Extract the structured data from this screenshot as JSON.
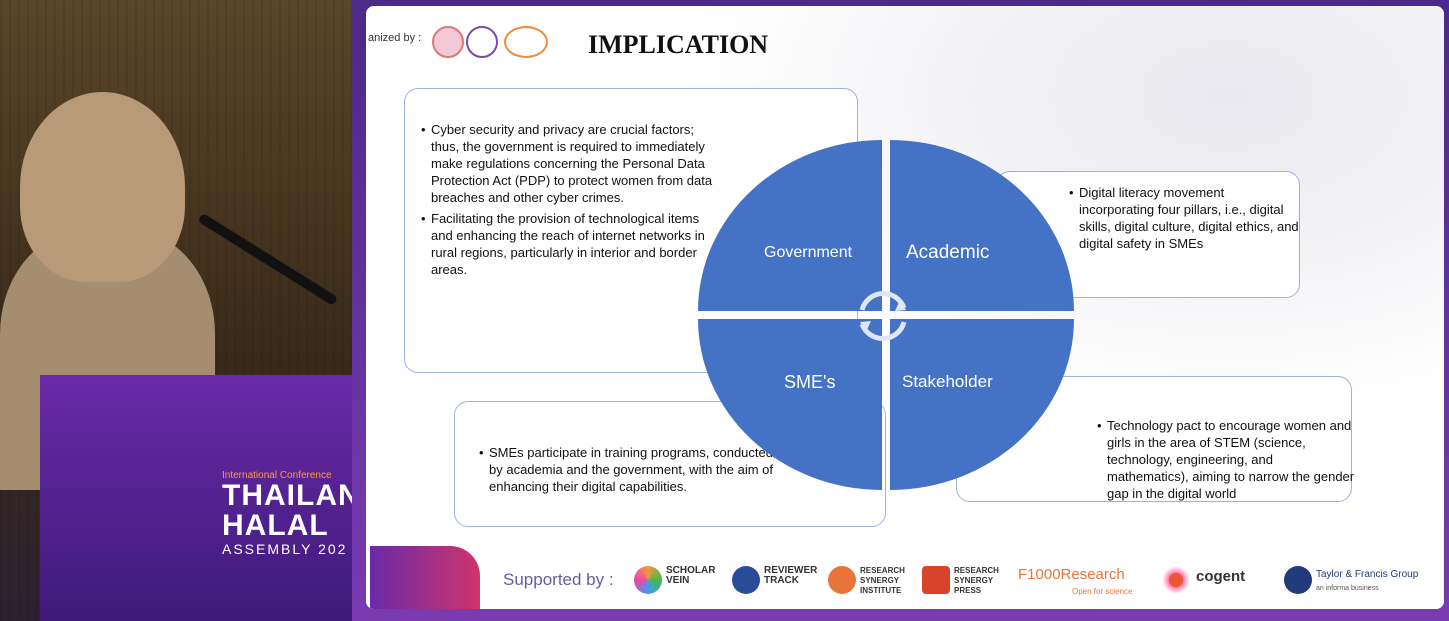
{
  "podium": {
    "conference_line": "International Conference",
    "name_line1": "THAILAND",
    "name_line2": "HALAL",
    "name_line3": "ASSEMBLY 202"
  },
  "slide": {
    "organizer_label": "anized by :",
    "title": "IMPLICATION",
    "government_box": [
      "Cyber security and privacy are crucial factors; thus, the government is required to immediately make regulations concerning the Personal Data Protection Act (PDP) to protect women from data breaches and other cyber crimes.",
      "Facilitating the provision of technological items and enhancing the reach of internet networks in rural regions, particularly in interior and border areas."
    ],
    "academic_box": [
      "Digital literacy movement incorporating four pillars, i.e., digital skills, digital culture, digital ethics, and digital safety in SMEs"
    ],
    "stakeholder_box": [
      "Technology pact to encourage women and girls in the area of STEM (science, technology, engineering, and mathematics), aiming to narrow the gender gap in the digital world"
    ],
    "smes_box": [
      "SMEs participate in training programs, conducted by academia and the government, with the aim of enhancing their digital capabilities."
    ],
    "quadrants": {
      "government": "Government",
      "academic": "Academic",
      "smes": "SME's",
      "stakeholder": "Stakeholder"
    },
    "supported_by": "Supported by :",
    "sponsors": {
      "scholar_vein": "SCHOLAR VEIN",
      "reviewer_track": "REVIEWER TRACK",
      "rs_institute": "RESEARCH SYNERGY INSTITUTE",
      "rs_press": "RESEARCH SYNERGY PRESS",
      "f1000": "F1000Research",
      "f1000_sub": "Open for science",
      "cogent": "cogent",
      "tf": "Taylor & Francis Group",
      "tf_sub": "an informa business"
    },
    "colors": {
      "quadrant_fill": "#4472c4",
      "box_border": "#9fb3d9",
      "frame_purple": "#6a2aa8"
    }
  }
}
